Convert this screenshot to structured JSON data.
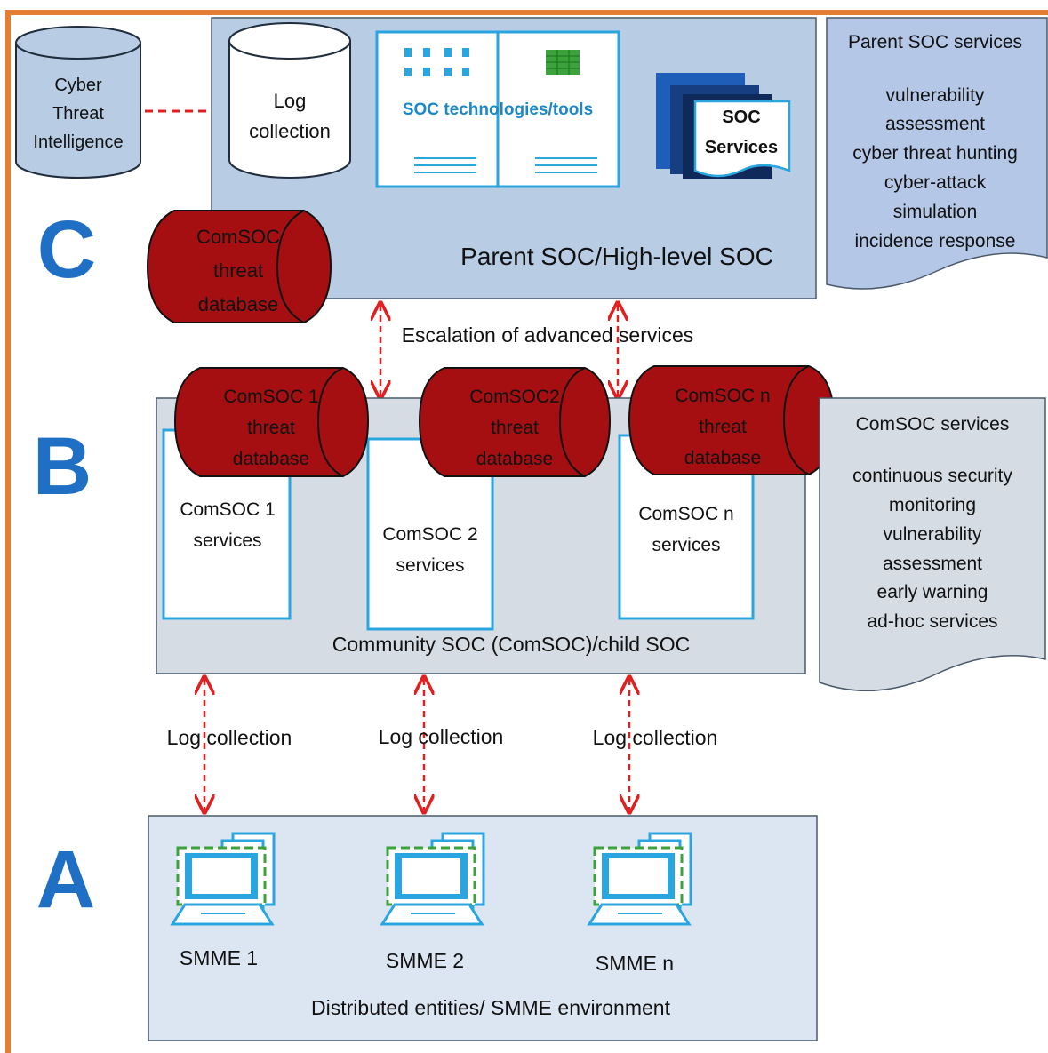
{
  "layers": {
    "c": "C",
    "b": "B",
    "a": "A"
  },
  "cti": {
    "lines": [
      "Cyber",
      "Threat",
      "Intelligence"
    ]
  },
  "parent_soc": {
    "log_collection_lines": [
      "Log",
      "collection"
    ],
    "tools_label": "SOC technologies/tools",
    "services_doc_lines": [
      "SOC",
      "Services"
    ],
    "title": "Parent SOC/High-level SOC",
    "threat_db_lines": [
      "ComSOC",
      "threat",
      "database"
    ]
  },
  "parent_services_box": {
    "heading": "Parent SOC services",
    "items": [
      "vulnerability",
      "assessment",
      "cyber threat hunting",
      "cyber-attack",
      "simulation",
      "incidence response"
    ]
  },
  "escalation_label": "Escalation of advanced services",
  "comsoc": {
    "title": "Community SOC (ComSOC)/child SOC",
    "units": [
      {
        "db_lines": [
          "ComSOC 1",
          "threat",
          "database"
        ],
        "service_lines": [
          "ComSOC 1",
          "services"
        ]
      },
      {
        "db_lines": [
          "ComSOC2",
          "threat",
          "database"
        ],
        "service_lines": [
          "ComSOC 2",
          "services"
        ]
      },
      {
        "db_lines": [
          "ComSOC n",
          "threat",
          "database"
        ],
        "service_lines": [
          "ComSOC n",
          "services"
        ]
      }
    ]
  },
  "comsoc_services_box": {
    "heading": "ComSOC services",
    "items": [
      "continuous security",
      "monitoring",
      "vulnerability",
      "assessment",
      "early warning",
      "ad-hoc services"
    ]
  },
  "log_collection_labels": [
    "Log collection",
    "Log collection",
    "Log collection"
  ],
  "smme": {
    "labels": [
      "SMME 1",
      "SMME 2",
      "SMME n"
    ],
    "environment_label": "Distributed entities/ SMME environment"
  },
  "colors": {
    "border_orange": "#E57E33",
    "layer_letter_blue": "#1F6FC5",
    "db_red": "#A50F12",
    "parent_fill": "#B8CCE4",
    "comsoc_fill": "#D6DCE4",
    "smme_fill": "#DCE6F2",
    "service_box_fill": "#B4C7E7",
    "arrow_red": "#E02020",
    "doc_outline": "#29A6E0",
    "monitor_green": "#3CA33C"
  }
}
